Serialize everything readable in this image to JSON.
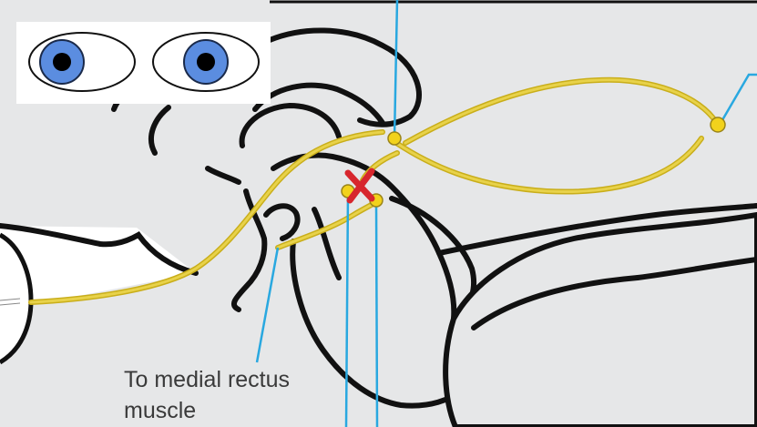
{
  "annotation": {
    "line1": "To medial rectus",
    "line2": "muscle"
  },
  "eyes": {
    "count": 2,
    "iris_color": "#5b8de0",
    "pupil_color": "#000000"
  },
  "colors": {
    "tissue_fill": "#e6e7e8",
    "outline": "#111111",
    "nerve_pathway": "#e8d24a",
    "nucleus": "#f2d21c",
    "pointer_line": "#29a8e0",
    "lesion_mark": "#d7262d"
  }
}
